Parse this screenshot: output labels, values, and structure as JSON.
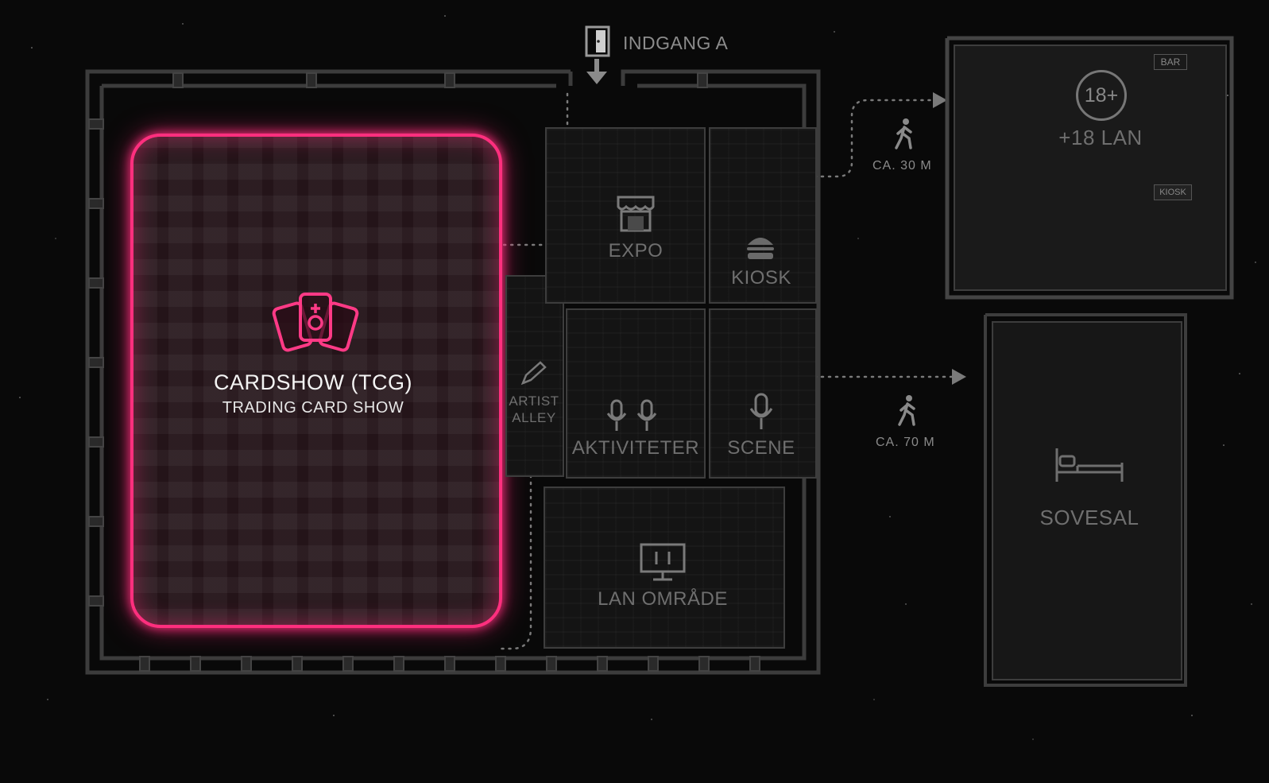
{
  "entrance": {
    "label": "INDGANG A",
    "icon": "door-icon"
  },
  "zones": {
    "cardshow": {
      "title": "CARDSHOW (TCG)",
      "subtitle": "TRADING CARD SHOW",
      "icon": "cards-icon",
      "accent": "#ff2f7e"
    },
    "artist_alley": {
      "line1": "ARTIST",
      "line2": "ALLEY",
      "icon": "pencil-icon"
    },
    "expo": {
      "label": "EXPO",
      "icon": "shop-icon"
    },
    "kiosk": {
      "label": "KIOSK",
      "icon": "burger-icon"
    },
    "aktiviteter": {
      "label": "AKTIVITETER",
      "icon": "microphones-icon"
    },
    "scene": {
      "label": "SCENE",
      "icon": "microphone-icon"
    },
    "lan": {
      "label": "LAN OMRÅDE",
      "icon": "monitor-icon"
    },
    "lan18": {
      "label": "+18 LAN",
      "badge": "18+",
      "bar_sign": "BAR",
      "kiosk_sign": "KIOSK"
    },
    "sovesal": {
      "label": "SOVESAL",
      "icon": "bed-icon"
    }
  },
  "walks": {
    "to_lan18": {
      "distance": "CA. 30 M",
      "icon": "walking-person-icon"
    },
    "to_sovesal": {
      "distance": "CA. 70 M",
      "icon": "walking-person-icon"
    }
  },
  "colors": {
    "background": "#090909",
    "wall": "#3d3d3d",
    "label": "#6f6f6f",
    "neon": "#ff2f7e"
  }
}
